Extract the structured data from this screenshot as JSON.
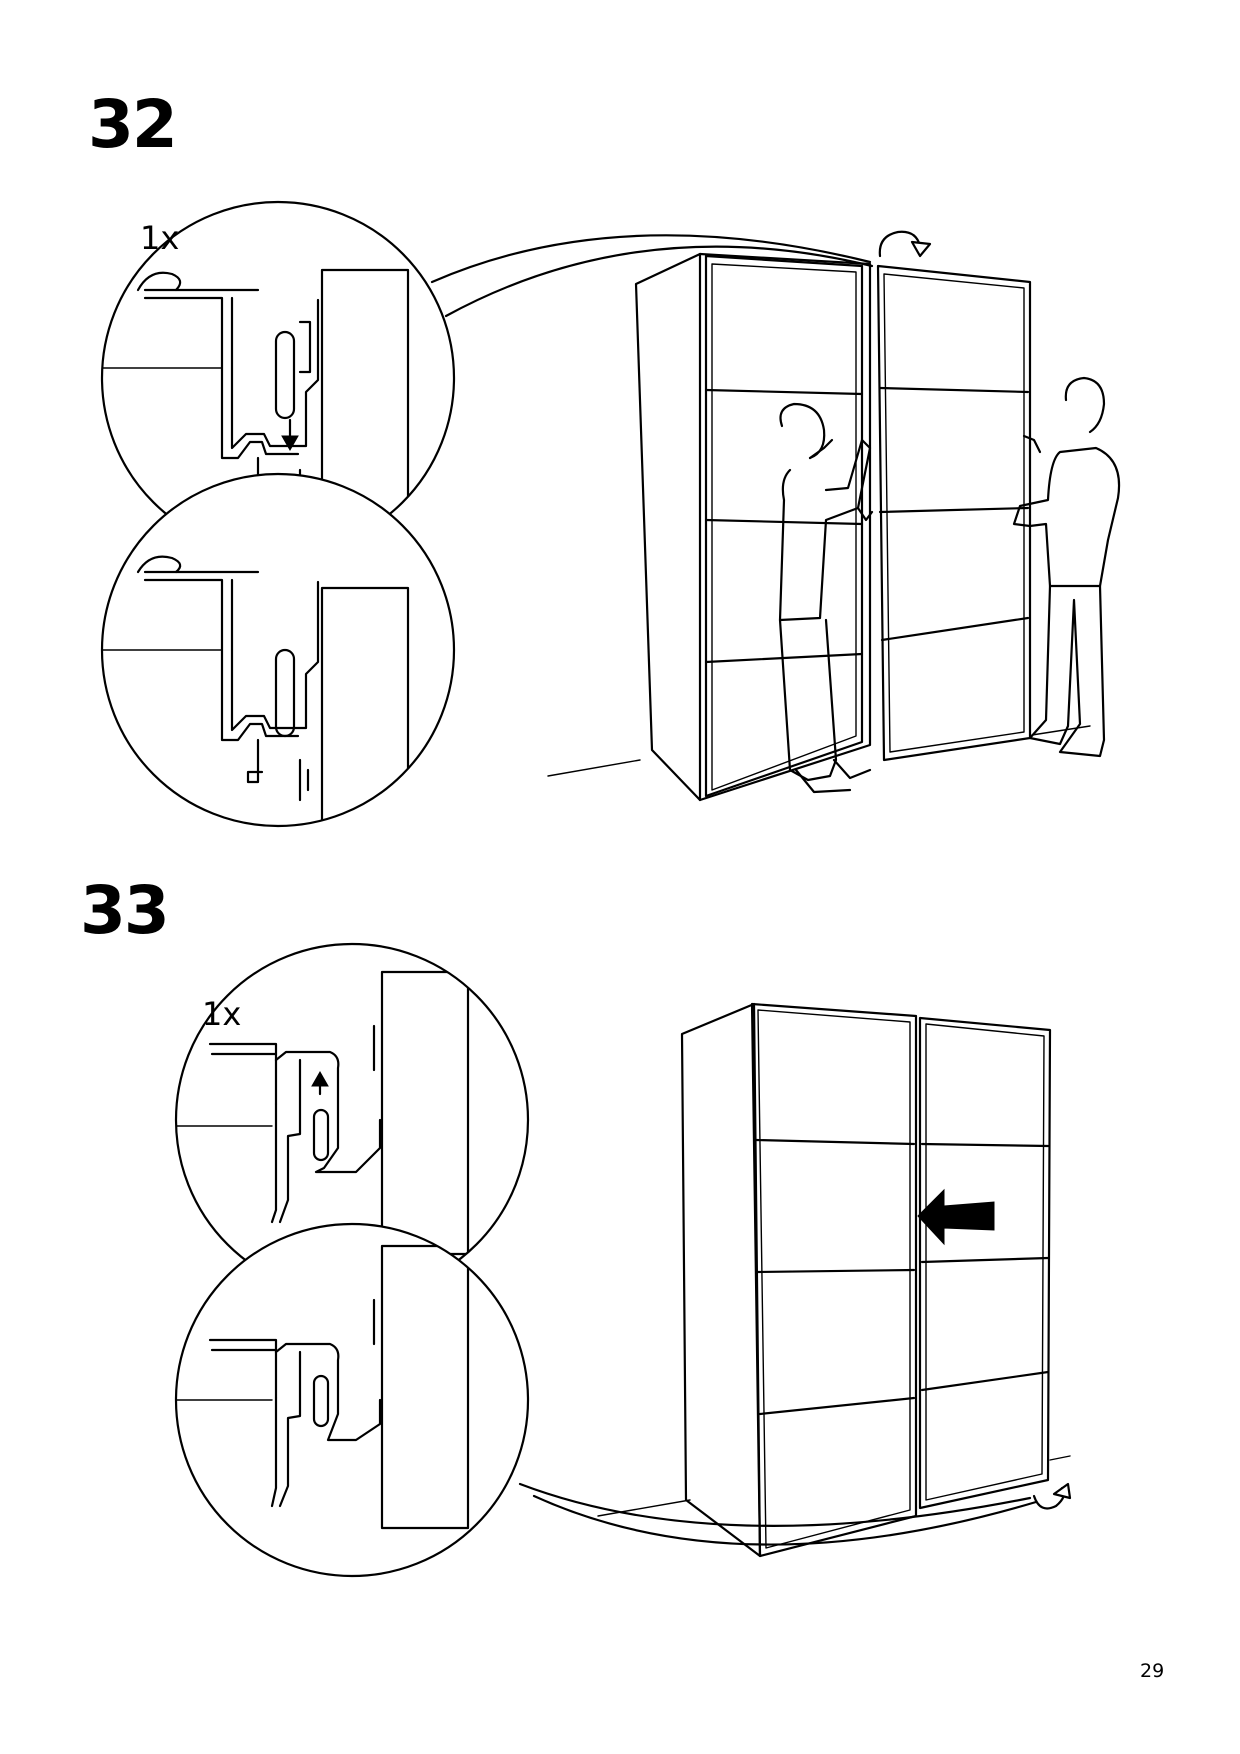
{
  "steps": [
    {
      "number": "32",
      "quantity": "1x"
    },
    {
      "number": "33",
      "quantity": "1x"
    }
  ],
  "page_number": "29",
  "icons": [
    "rotate-arrow-icon",
    "push-arrow-icon",
    "down-arrow-icon",
    "up-arrow-icon"
  ]
}
